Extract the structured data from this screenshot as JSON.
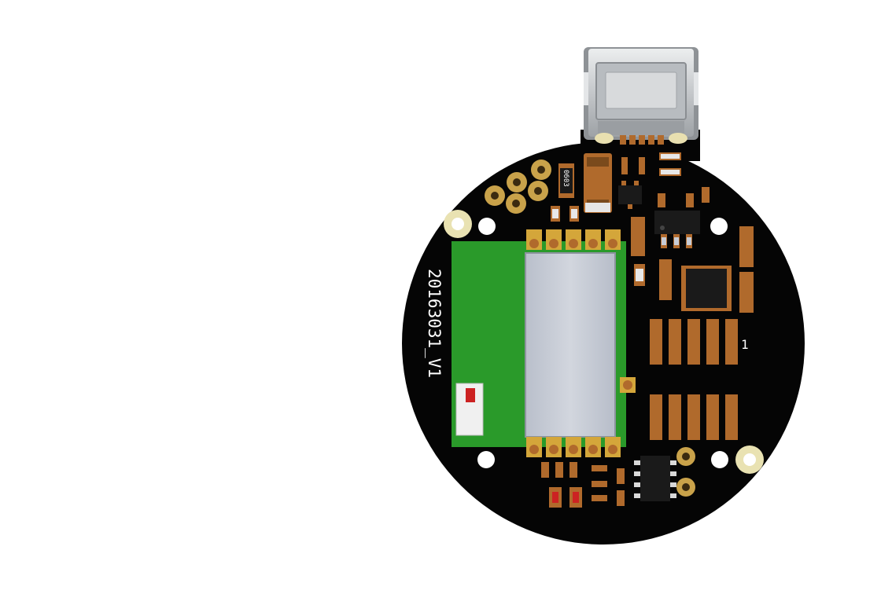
{
  "board": {
    "version_label": "20163031_V1",
    "pin1_label": "1",
    "part_label": "0603"
  },
  "colors": {
    "background": "#ffffff",
    "board": "#050505",
    "copper": "#b06a2c",
    "gold": "#d4a63a",
    "module_green": "#2a9a2a",
    "shield": "#c7ccd6",
    "usb_metal": "#c9cbcd",
    "ic_black": "#1a1a1a"
  }
}
